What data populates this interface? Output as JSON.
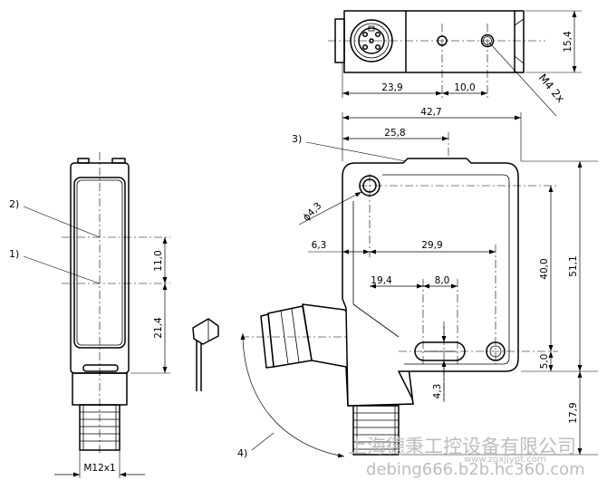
{
  "labels": {
    "top_height": "15,4",
    "top_connector_offset": "23,9",
    "top_hole_spacing": "10,0",
    "top_thread": "M4 2x",
    "front_width": "42,7",
    "front_lens_offset": "25,8",
    "front_hole_dia": "ϕ4,3",
    "front_hole_edge": "6,3",
    "front_hole_spacing": "29,9",
    "front_slot_offset": "19,4",
    "front_slot_length": "8,0",
    "front_hole_vertical": "40,0",
    "front_height": "51,1",
    "front_slot_bottom": "5,0",
    "front_slot_width": "4,3",
    "front_connector_length": "17,9",
    "side_upper_axis": "11,0",
    "side_lower_axis": "21,4",
    "side_thread": "M12x1"
  },
  "callouts": {
    "c1": "1)",
    "c2": "2)",
    "c3": "3)",
    "c4": "4)"
  },
  "watermark": {
    "company": "上海德秉工控设备有限公司",
    "url": "debing666.b2b.hc360.com",
    "overlay": "www.zgxjjypt.com"
  },
  "colors": {
    "line": "#000000",
    "watermark": "#bdbdbd",
    "background": "#ffffff"
  }
}
